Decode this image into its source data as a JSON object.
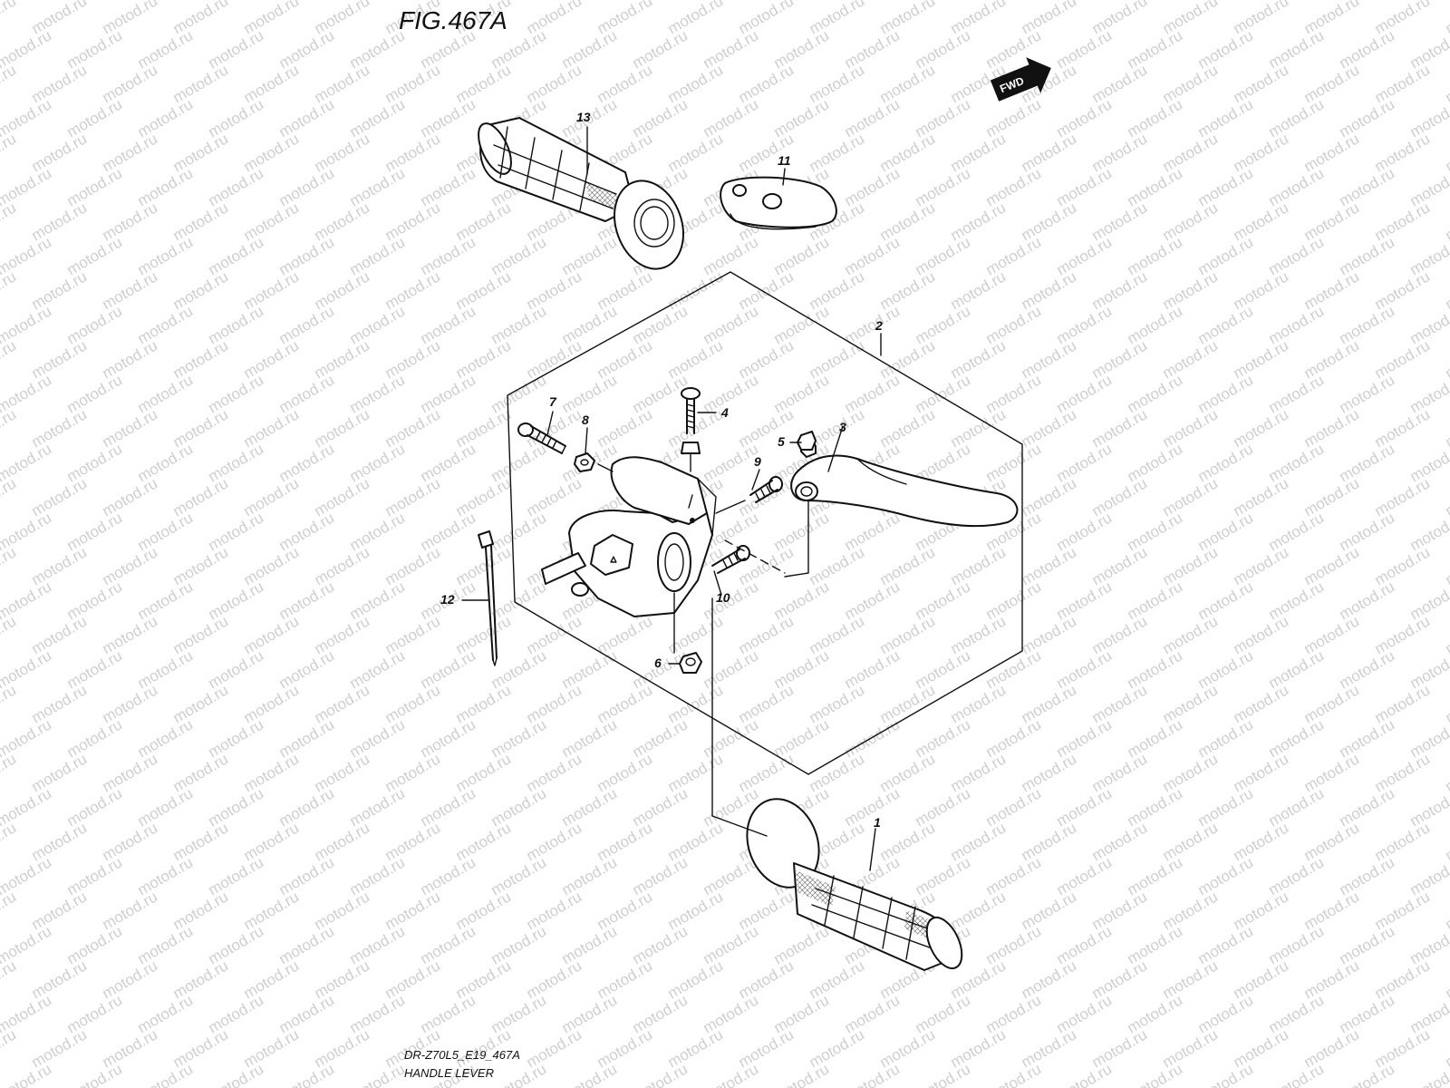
{
  "watermark": "motod.ru",
  "figure_title": "FIG.467A",
  "direction_badge": "FWD",
  "footer": {
    "code": "DR-Z70L5_E19_467A",
    "name": "HANDLE LEVER"
  },
  "callouts": {
    "c1": "1",
    "c2": "2",
    "c3": "3",
    "c4": "4",
    "c5": "5",
    "c6": "6",
    "c7": "7",
    "c8": "8",
    "c9": "9",
    "c10": "10",
    "c11": "11",
    "c12": "12",
    "c13": "13"
  }
}
